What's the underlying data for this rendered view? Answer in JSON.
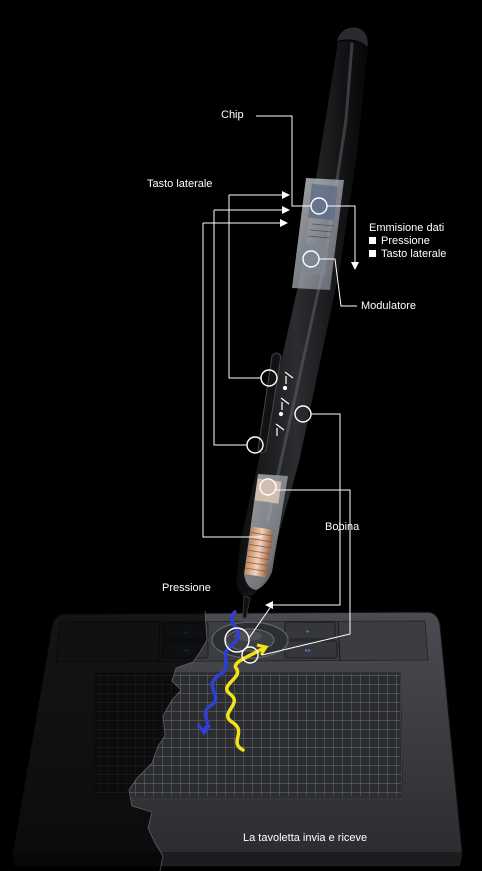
{
  "labels": {
    "chip": "Chip",
    "side_button": "Tasto laterale",
    "data_output": "Emmisione dati",
    "data_pressure": "Pressione",
    "data_side_button": "Tasto laterale",
    "modulator": "Modulatore",
    "coil": "Bobina",
    "pressure": "Pressione",
    "tablet": "La tavoletta invia e riceve"
  },
  "colors": {
    "background": "#000000",
    "pen_body": "#1b1c1e",
    "tablet_surface": "#3a3c40",
    "signal_send": "#2e3fd6",
    "signal_receive": "#f2e318",
    "annotation": "#ffffff"
  }
}
